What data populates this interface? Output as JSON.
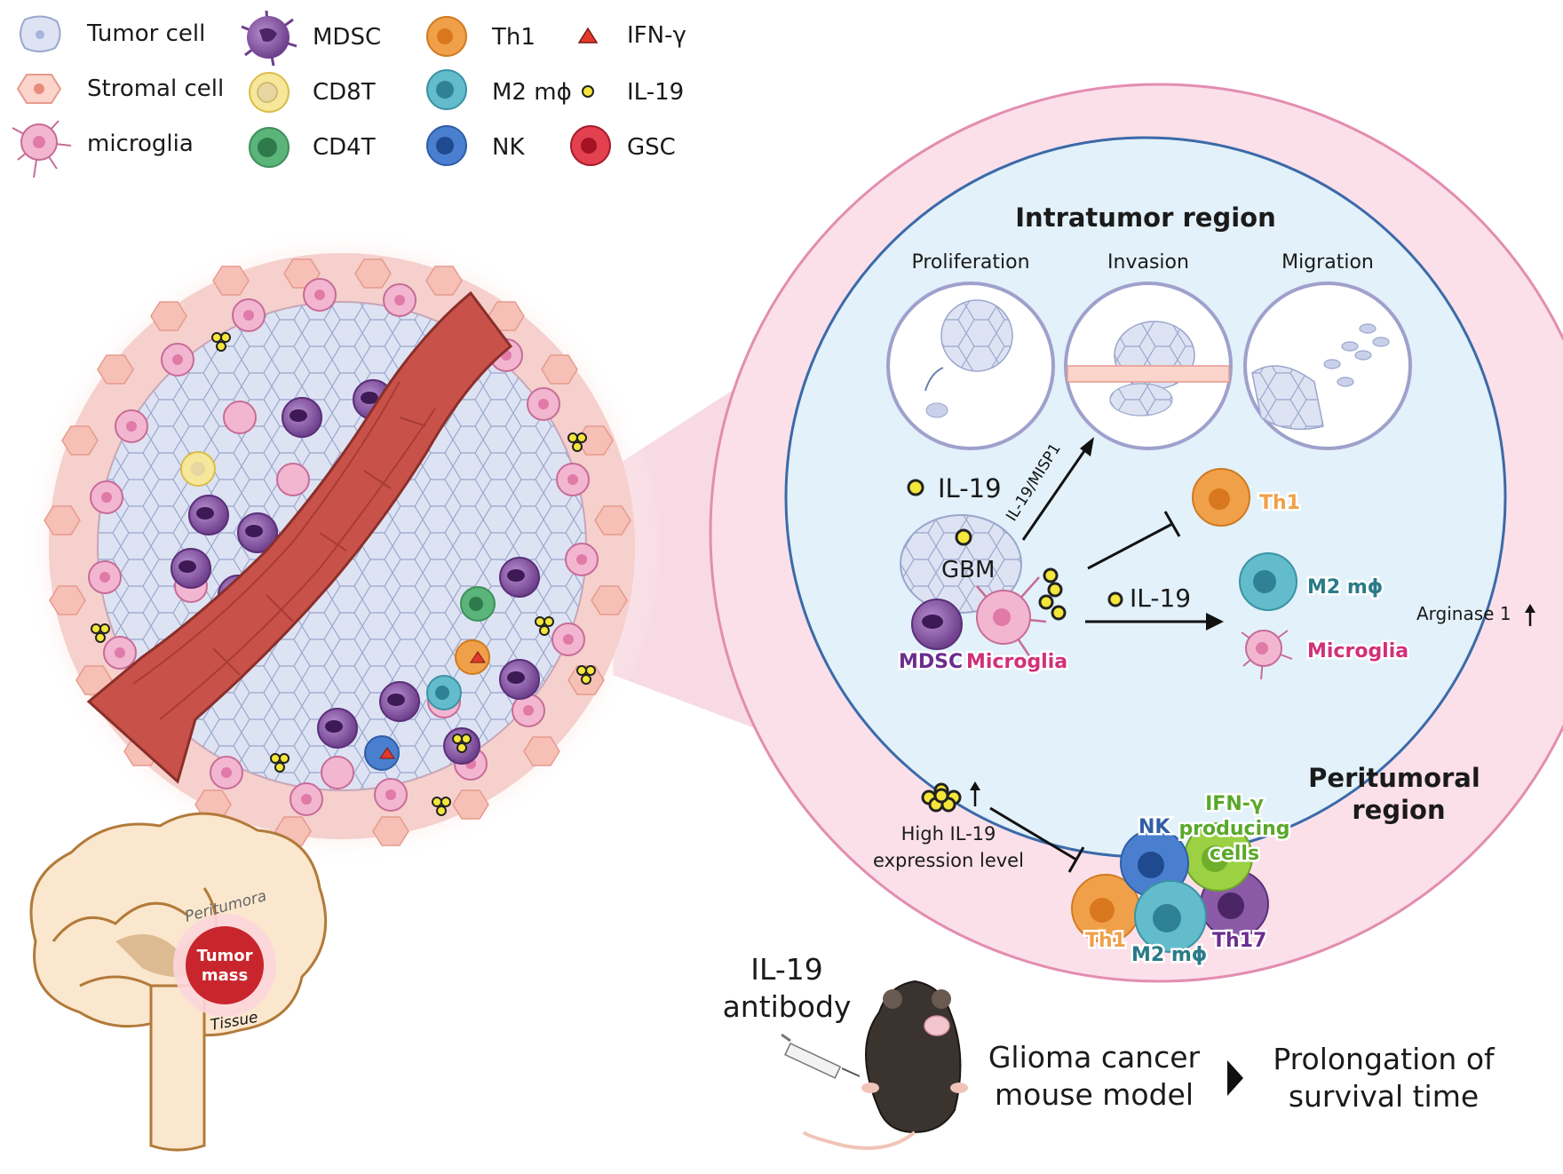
{
  "legend": [
    {
      "key": "tumor_cell",
      "label": "Tumor cell"
    },
    {
      "key": "stromal_cell",
      "label": "Stromal cell"
    },
    {
      "key": "microglia",
      "label": "microglia"
    },
    {
      "key": "mdsc",
      "label": "MDSC"
    },
    {
      "key": "cd8t",
      "label": "CD8T"
    },
    {
      "key": "cd4t",
      "label": "CD4T"
    },
    {
      "key": "th1",
      "label": "Th1"
    },
    {
      "key": "m2",
      "label": "M2 mϕ"
    },
    {
      "key": "nk",
      "label": "NK"
    },
    {
      "key": "ifng",
      "label": "IFN-γ"
    },
    {
      "key": "il19",
      "label": "IL-19"
    },
    {
      "key": "gsc",
      "label": "GSC"
    }
  ],
  "brain": {
    "tumor_label_1": "Tumor",
    "tumor_label_2": "mass",
    "peritumoral": "Peritumora",
    "tissue": "Tissue"
  },
  "intratumor": {
    "title": "Intratumor region",
    "phenotypes": [
      "Proliferation",
      "Invasion",
      "Migration"
    ],
    "il19_label": "IL-19",
    "il19_misp1": "IL-19/MISP1",
    "gbm": "GBM",
    "mdsc": "MDSC",
    "microglia": "Microglia",
    "th1": "Th1",
    "m2": "M2 mϕ",
    "microglia_target": "Microglia",
    "il19_arrow": "IL-19",
    "arginase": "Arginase 1"
  },
  "peritumoral": {
    "title_1": "Peritumoral",
    "title_2": "region",
    "high_1": "High IL-19",
    "high_2": "expression level",
    "nk": "NK",
    "ifn_1": "IFN-γ",
    "ifn_2": "producing",
    "ifn_3": "cells",
    "th1": "Th1",
    "m2": "M2 mϕ",
    "th17": "Th17"
  },
  "bottom": {
    "antibody_1": "IL-19",
    "antibody_2": "antibody",
    "model_1": "Glioma cancer",
    "model_2": "mouse model",
    "outcome_1": "Prolongation of",
    "outcome_2": "survival time"
  },
  "colors": {
    "vessel": "#c8524a",
    "tumor_fill": "#dde3f3",
    "stroma": "#f7c9c2",
    "microglia": "#f2a6c6",
    "mdsc": "#8a5aa6",
    "th1": "#f0a049",
    "m2": "#4fb0c0",
    "nk": "#3e6fbf",
    "cd4t": "#4aa66c",
    "cd8t": "#f3e08a",
    "gsc": "#d62f3e",
    "intratumor_bg": "#e2f1fa",
    "intratumor_border": "#3b6aa8",
    "peri_bg": "#fbe0ea",
    "peri_border": "#e38db0"
  },
  "icons": [
    "tumor-cell-icon",
    "stromal-cell-icon",
    "microglia-icon",
    "mdsc-icon",
    "cd8t-icon",
    "cd4t-icon",
    "th1-icon",
    "m2-icon",
    "nk-icon",
    "ifng-icon",
    "il19-icon",
    "gsc-icon",
    "brain-icon",
    "mouse-icon",
    "syringe-icon"
  ]
}
